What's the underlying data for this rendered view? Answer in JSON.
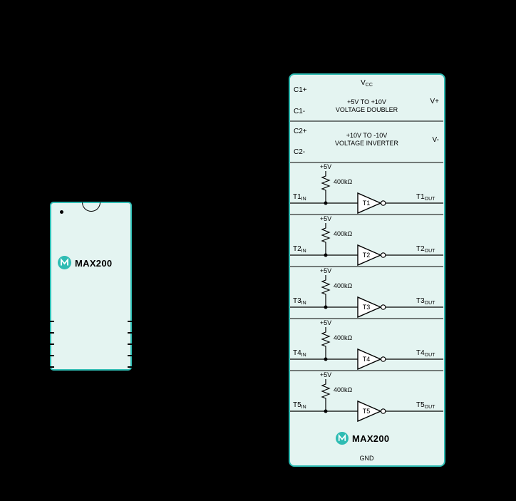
{
  "colors": {
    "bg": "#000000",
    "teal": "#2ebcb3",
    "fill": "#e4f4f1",
    "ink": "#000000",
    "white": "#ffffff"
  },
  "chip": {
    "brand": "MAX200"
  },
  "diagram": {
    "vcc": {
      "base": "V",
      "sub": "CC"
    },
    "gnd": "GND",
    "left_pins": [
      {
        "label": "C1+"
      },
      {
        "label": "C1-"
      },
      {
        "label": "C2+"
      },
      {
        "label": "C2-"
      }
    ],
    "right_pins": [
      {
        "label": "V+"
      },
      {
        "label": "V-"
      }
    ],
    "doubler": {
      "line1": "+5V TO +10V",
      "line2": "VOLTAGE DOUBLER"
    },
    "inverter": {
      "line1": "+10V TO -10V",
      "line2": "VOLTAGE INVERTER"
    },
    "transmitters": [
      {
        "name": "T1",
        "sub_in": "IN",
        "sub_out": "OUT",
        "supply": "+5V",
        "resistor": "400kΩ"
      },
      {
        "name": "T2",
        "sub_in": "IN",
        "sub_out": "OUT",
        "supply": "+5V",
        "resistor": "400kΩ"
      },
      {
        "name": "T3",
        "sub_in": "IN",
        "sub_out": "OUT",
        "supply": "+5V",
        "resistor": "400kΩ"
      },
      {
        "name": "T4",
        "sub_in": "IN",
        "sub_out": "OUT",
        "supply": "+5V",
        "resistor": "400kΩ"
      },
      {
        "name": "T5",
        "sub_in": "IN",
        "sub_out": "OUT",
        "supply": "+5V",
        "resistor": "400kΩ"
      }
    ],
    "brand": "MAX200"
  }
}
